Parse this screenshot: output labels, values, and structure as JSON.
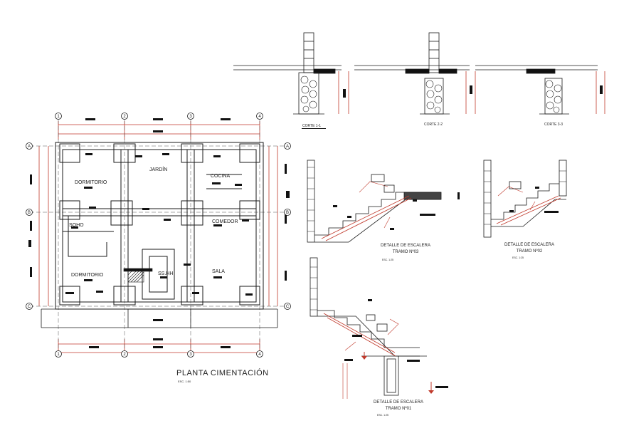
{
  "colors": {
    "line": "#1a1a1a",
    "dim": "#c0392b",
    "fill": "#111111",
    "grid": "#555555"
  },
  "grid_axes": {
    "top": [
      "1",
      "2",
      "3",
      "4"
    ],
    "bottom": [
      "1",
      "2",
      "3",
      "4"
    ],
    "left": [
      "A",
      "B",
      "C"
    ],
    "right": [
      "A",
      "B",
      "C"
    ]
  },
  "plan": {
    "title": "PLANTA CIMENTACIÓN",
    "scale": "ESC. 1:50",
    "rooms": {
      "dormitorio1": "DORMITORIO",
      "jardin": "JARDÍN",
      "cocina": "COCINA",
      "comedor": "COMEDOR",
      "sshh": "SS.HH",
      "sala": "SALA",
      "dormitorio2": "DORMITORIO",
      "extra": "SOHO"
    }
  },
  "sections": [
    {
      "label": "CORTE 1-1"
    },
    {
      "label": "CORTE 2-2"
    },
    {
      "label": "CORTE 3-3"
    }
  ],
  "stairs": [
    {
      "title": "DETALLE DE ESCALERA",
      "subtitle": "TRAMO Nº03",
      "scale": "ESC. 1:25"
    },
    {
      "title": "DETALLE DE ESCALERA",
      "subtitle": "TRAMO Nº02",
      "scale": "ESC. 1:25"
    },
    {
      "title": "DETALLE DE ESCALERA",
      "subtitle": "TRAMO Nº01",
      "scale": "ESC. 1:25"
    }
  ]
}
